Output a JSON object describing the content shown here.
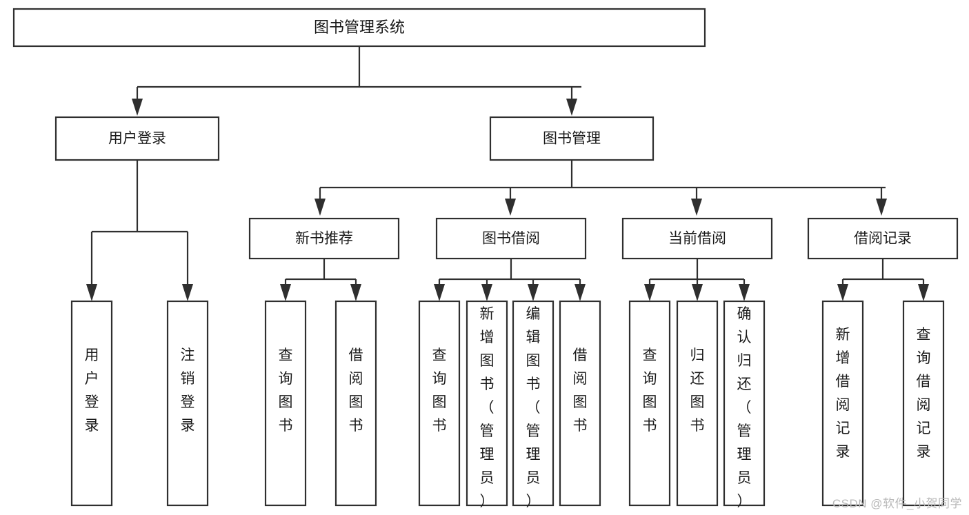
{
  "diagram": {
    "type": "hierarchy-tree",
    "title": "图书管理系统",
    "watermark": "CSDN @软件_小贺同学",
    "colors": {
      "stroke": "#2f2f2f",
      "fill": "#ffffff",
      "text": "#1a1a1a",
      "watermark": "#b9b9b9"
    },
    "levels": {
      "level1": [
        {
          "id": "root",
          "label": "图书管理系统"
        }
      ],
      "level2": [
        {
          "id": "user-login",
          "label": "用户登录"
        },
        {
          "id": "book-manage",
          "label": "图书管理"
        }
      ],
      "level3": [
        {
          "id": "new-book-recommend",
          "label": "新书推荐"
        },
        {
          "id": "book-borrow",
          "label": "图书借阅"
        },
        {
          "id": "current-borrow",
          "label": "当前借阅"
        },
        {
          "id": "borrow-record",
          "label": "借阅记录"
        }
      ],
      "level4": [
        {
          "id": "leaf-user-login",
          "label": "用户登录",
          "parent": "user-login"
        },
        {
          "id": "leaf-user-logout",
          "label": "注销登录",
          "parent": "user-login"
        },
        {
          "id": "leaf-query-book-1",
          "label": "查询图书",
          "parent": "new-book-recommend"
        },
        {
          "id": "leaf-borrow-book-1",
          "label": "借阅图书",
          "parent": "new-book-recommend"
        },
        {
          "id": "leaf-query-book-2",
          "label": "查询图书",
          "parent": "book-borrow"
        },
        {
          "id": "leaf-add-book",
          "label": "新增图书（管理员）",
          "parent": "book-borrow"
        },
        {
          "id": "leaf-edit-book",
          "label": "编辑图书（管理员）",
          "parent": "book-borrow"
        },
        {
          "id": "leaf-borrow-book-2",
          "label": "借阅图书",
          "parent": "book-borrow"
        },
        {
          "id": "leaf-query-book-3",
          "label": "查询图书",
          "parent": "current-borrow"
        },
        {
          "id": "leaf-return-book",
          "label": "归还图书",
          "parent": "current-borrow"
        },
        {
          "id": "leaf-confirm-return",
          "label": "确认归还（管理员）",
          "parent": "current-borrow"
        },
        {
          "id": "leaf-add-record",
          "label": "新增借阅记录",
          "parent": "borrow-record"
        },
        {
          "id": "leaf-query-record",
          "label": "查询借阅记录",
          "parent": "borrow-record"
        }
      ]
    }
  }
}
